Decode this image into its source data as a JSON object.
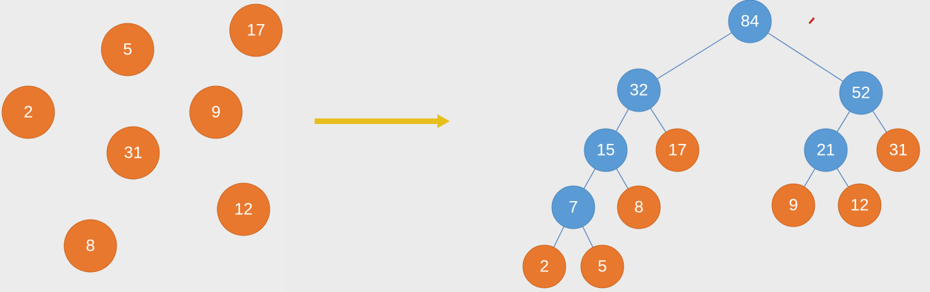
{
  "colors": {
    "leaf": "#E8782E",
    "leaf_edge": "#c9661f",
    "internal": "#5B9BD5",
    "internal_edge": "#4a86bf",
    "edge_line": "#5b86c4",
    "arrow": "#E8BE1C",
    "background": "#ebebeb",
    "node_text": "#ffffff",
    "cursor": "#cc2222"
  },
  "input_nodes": [
    {
      "id": "in-5",
      "label": "5"
    },
    {
      "id": "in-17",
      "label": "17"
    },
    {
      "id": "in-2",
      "label": "2"
    },
    {
      "id": "in-9",
      "label": "9"
    },
    {
      "id": "in-31",
      "label": "31"
    },
    {
      "id": "in-12",
      "label": "12"
    },
    {
      "id": "in-8",
      "label": "8"
    }
  ],
  "tree": {
    "nodes": [
      {
        "id": "n84",
        "label": "84",
        "kind": "internal"
      },
      {
        "id": "n32",
        "label": "32",
        "kind": "internal"
      },
      {
        "id": "n52",
        "label": "52",
        "kind": "internal"
      },
      {
        "id": "n15",
        "label": "15",
        "kind": "internal"
      },
      {
        "id": "n17",
        "label": "17",
        "kind": "leaf"
      },
      {
        "id": "n21",
        "label": "21",
        "kind": "internal"
      },
      {
        "id": "n31",
        "label": "31",
        "kind": "leaf"
      },
      {
        "id": "n7",
        "label": "7",
        "kind": "internal"
      },
      {
        "id": "n8",
        "label": "8",
        "kind": "leaf"
      },
      {
        "id": "n9",
        "label": "9",
        "kind": "leaf"
      },
      {
        "id": "n12",
        "label": "12",
        "kind": "leaf"
      },
      {
        "id": "n2",
        "label": "2",
        "kind": "leaf"
      },
      {
        "id": "n5",
        "label": "5",
        "kind": "leaf"
      }
    ],
    "edges": [
      [
        "n84",
        "n32"
      ],
      [
        "n84",
        "n52"
      ],
      [
        "n32",
        "n15"
      ],
      [
        "n32",
        "n17"
      ],
      [
        "n52",
        "n21"
      ],
      [
        "n52",
        "n31"
      ],
      [
        "n15",
        "n7"
      ],
      [
        "n15",
        "n8"
      ],
      [
        "n21",
        "n9"
      ],
      [
        "n21",
        "n12"
      ],
      [
        "n7",
        "n2"
      ],
      [
        "n7",
        "n5"
      ]
    ]
  }
}
